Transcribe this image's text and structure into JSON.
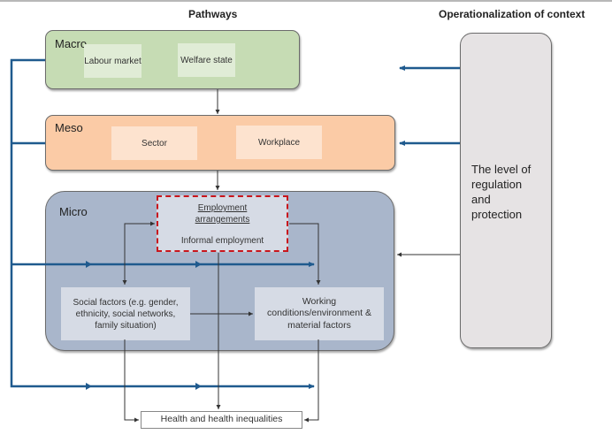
{
  "headers": {
    "pathways": "Pathways",
    "operationalization": "Operationalization of context"
  },
  "levels": {
    "macro": {
      "label": "Macro",
      "color": "#c6dcb4",
      "items": [
        "Labour market",
        "Welfare state"
      ]
    },
    "meso": {
      "label": "Meso",
      "color": "#fbcba6",
      "items": [
        "Sector",
        "Workplace"
      ]
    },
    "micro": {
      "label": "Micro",
      "color": "#a9b6cb",
      "employment": {
        "title_line1": "Employment",
        "title_line2": "arrangements",
        "subtitle": "Informal employment",
        "border_color": "#c9161d"
      },
      "social_factors": {
        "line1": "Social factors (e.g. gender,",
        "line2": "ethnicity, social networks,",
        "line3": "family situation)"
      },
      "working_conditions": {
        "line1": "Working",
        "line2": "conditions/environment &",
        "line3": "material factors"
      }
    }
  },
  "context_box": {
    "line1": "The level of",
    "line2": "regulation",
    "line3": "and",
    "line4": "protection",
    "color": "#e6e3e4"
  },
  "outcome": {
    "label": "Health and health inequalities"
  },
  "colors": {
    "blue_arrow": "#1f5a8e",
    "black_arrow": "#333333"
  }
}
